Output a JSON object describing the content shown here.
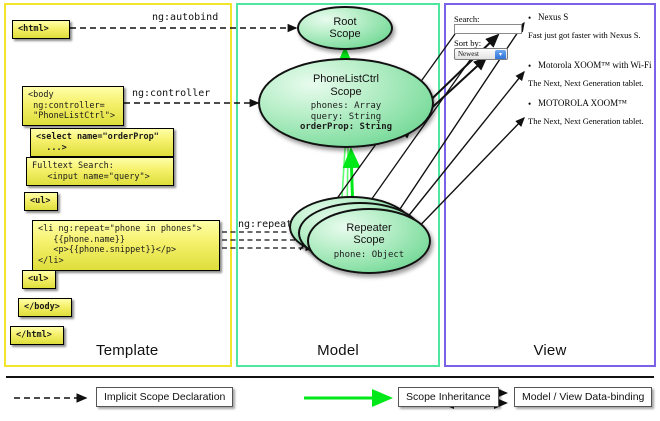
{
  "columns": [
    {
      "id": "template",
      "label": "Template",
      "border": "#f2e52a"
    },
    {
      "id": "model",
      "label": "Model",
      "border": "#4fe6a0"
    },
    {
      "id": "view",
      "label": "View",
      "border": "#7b61e8"
    }
  ],
  "template": {
    "boxes": [
      {
        "name": "html-open-box",
        "text": "<html>",
        "bold": true
      },
      {
        "name": "body-controller-box",
        "text": "<body\n ng:controller=\n \"PhoneListCtrl\">",
        "bold": false
      },
      {
        "name": "select-orderprop-box",
        "text": "<select name=\"orderProp\"\n  ...>",
        "bold": true
      },
      {
        "name": "fulltext-search-box",
        "text": "Fulltext Search:\n   <input name=\"query\">",
        "bold": false
      },
      {
        "name": "ul-open-box",
        "text": "<ul>",
        "bold": true
      },
      {
        "name": "li-ngrepeat-box",
        "text": "<li ng:repeat=\"phone in phones\">\n   {{phone.name}}\n   <p>{{phone.snippet}}</p>\n</li>",
        "bold": false
      },
      {
        "name": "ul-close-box",
        "text": "<ul>",
        "bold": true
      },
      {
        "name": "body-close-box",
        "text": "</body>",
        "bold": true
      },
      {
        "name": "html-close-box",
        "text": "</html>",
        "bold": true
      }
    ]
  },
  "model": {
    "scopes": [
      {
        "name": "root-scope",
        "title": "Root\nScope",
        "props": ""
      },
      {
        "name": "phonelistctrl-scope",
        "title": "PhoneListCtrl\nScope",
        "props_plain": "phones: Array\nquery: String\n",
        "props_bold": "orderProp: String"
      },
      {
        "name": "repeater-scope",
        "title": "Repeater\nScope",
        "props_plain": "phone: Object"
      }
    ]
  },
  "edges": [
    {
      "name": "edge-ng-autobind",
      "label": "ng:autobind"
    },
    {
      "name": "edge-ng-controller",
      "label": "ng:controller"
    },
    {
      "name": "edge-ng-repeat",
      "label": "ng:repeat"
    }
  ],
  "view": {
    "search_label": "Search:",
    "search_value": "",
    "sort_label": "Sort by:",
    "sort_selected": "Newest",
    "sort_options": [
      "Newest"
    ],
    "phones": [
      {
        "name": "Nexus S",
        "snippet": "Fast just got faster with Nexus S."
      },
      {
        "name": "Motorola XOOM™ with Wi-Fi",
        "snippet": "The Next, Next Generation tablet."
      },
      {
        "name": "MOTOROLA XOOM™",
        "snippet": "The Next, Next Generation tablet."
      }
    ]
  },
  "legend": [
    {
      "name": "legend-implicit-scope-declaration",
      "label": "Implicit Scope Declaration",
      "style": "dashed-arrow",
      "color": "#111111"
    },
    {
      "name": "legend-scope-inheritance",
      "label": "Scope Inheritance",
      "style": "green-arrow",
      "color": "#00e817"
    },
    {
      "name": "legend-data-binding",
      "label": "Model / View Data-binding",
      "style": "double-arrow",
      "color": "#111111"
    }
  ]
}
